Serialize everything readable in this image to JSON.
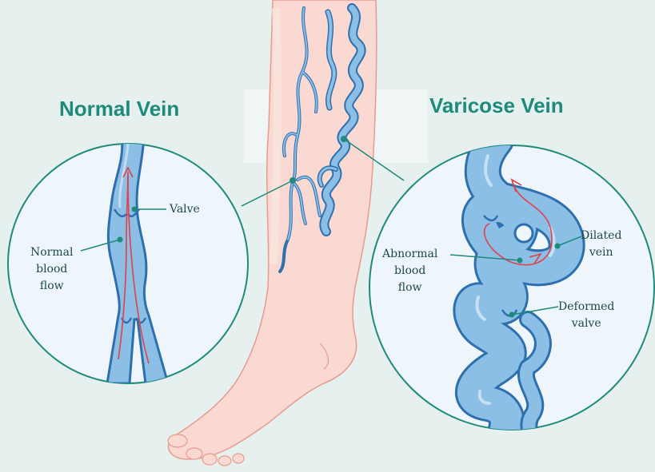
{
  "headings": {
    "normal": "Normal Vein",
    "varicose": "Varicose Vein"
  },
  "labels": {
    "valve": "Valve",
    "normal_flow": [
      "Normal",
      "blood",
      "flow"
    ],
    "abnormal_flow": [
      "Abnormal",
      "blood",
      "flow"
    ],
    "dilated": [
      "Dilated",
      "vein"
    ],
    "deformed": [
      "Deformed",
      "valve"
    ]
  },
  "colors": {
    "background": "#e6f1ef",
    "accent": "#1e8a7a",
    "skin": "#f9d9d2",
    "vein": "#8cbfe6",
    "vein_outline": "#2e6fae",
    "blood_flow": "#e0414b"
  }
}
